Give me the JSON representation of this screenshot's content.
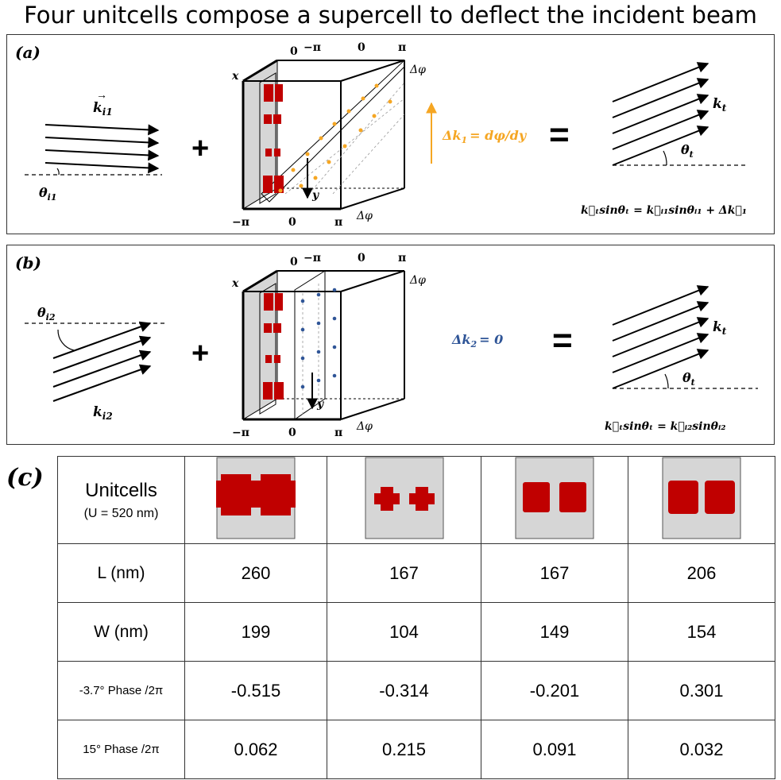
{
  "title": "Four unitcells compose a supercell to deflect the incident beam",
  "panel_a": {
    "label": "(a)",
    "incident_k": "k",
    "incident_k_sub": "i1",
    "incident_theta": "θ",
    "incident_theta_sub": "i1",
    "plus": "+",
    "equals": "=",
    "cube_ticks_top": [
      "0",
      "−π",
      "0",
      "π"
    ],
    "cube_ticks_bottom": [
      "−π",
      "0",
      "π"
    ],
    "axis_x": "x",
    "axis_y": "y",
    "axis_dphi": "Δφ",
    "delta_k_label": "Δk",
    "delta_k_sub": "1",
    "delta_k_rhs": "= dφ/dy",
    "out_k": "k",
    "out_k_sub": "t",
    "out_theta": "θ",
    "out_theta_sub": "t",
    "relation": "k⃗ₜsinθₜ = k⃗ᵢ₁sinθᵢ₁ + Δk⃗₁",
    "color_accent": "#f5a623"
  },
  "panel_b": {
    "label": "(b)",
    "incident_k": "k",
    "incident_k_sub": "i2",
    "incident_theta": "θ",
    "incident_theta_sub": "i2",
    "plus": "+",
    "equals": "=",
    "cube_ticks_top": [
      "0",
      "−π",
      "0",
      "π"
    ],
    "cube_ticks_bottom": [
      "−π",
      "0",
      "π"
    ],
    "axis_x": "x",
    "axis_y": "y",
    "axis_dphi": "Δφ",
    "delta_k_label": "Δk",
    "delta_k_sub": "2",
    "delta_k_rhs": "= 0",
    "out_k": "k",
    "out_k_sub": "t",
    "out_theta": "θ",
    "out_theta_sub": "t",
    "relation": "k⃗ₜsinθₜ = k⃗ᵢ₂sinθᵢ₂",
    "color_accent": "#2f5597"
  },
  "panel_c": {
    "label": "(c)",
    "header_main": "Unitcells",
    "header_sub": "(U = 520 nm)",
    "rows": [
      {
        "label": "L (nm)",
        "values": [
          "260",
          "167",
          "167",
          "206"
        ]
      },
      {
        "label": "W (nm)",
        "values": [
          "199",
          "104",
          "149",
          "154"
        ]
      },
      {
        "label": "-3.7° Phase /2π",
        "values": [
          "-0.515",
          "-0.314",
          "-0.201",
          "0.301"
        ]
      },
      {
        "label": "15° Phase /2π",
        "values": [
          "0.062",
          "0.215",
          "0.091",
          "0.032"
        ]
      }
    ],
    "unitcell_color": "#c00000",
    "unitcell_bg": "#d6d6d6"
  }
}
